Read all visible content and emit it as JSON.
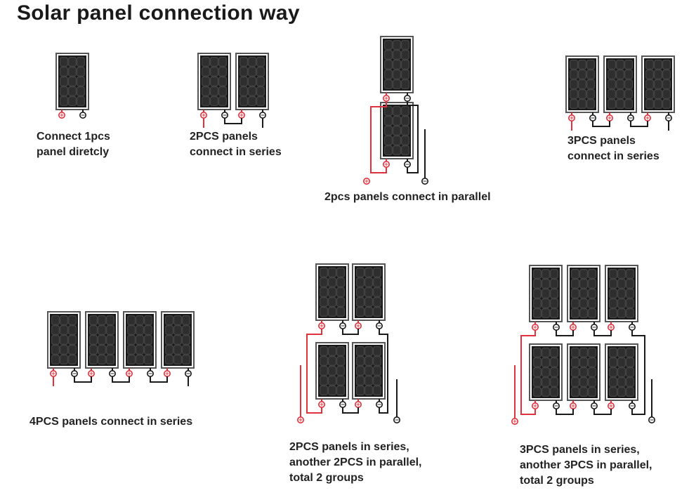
{
  "page": {
    "title": "Solar panel connection way"
  },
  "colors": {
    "panel": "#1a1a1a",
    "frame": "#555555",
    "wire": "#1a1a1a",
    "positive": "#e0323c",
    "negative": "#1a1a1a"
  },
  "terminals": {
    "positive_symbol": "+",
    "negative_symbol": "−"
  },
  "diagrams": [
    {
      "id": "single",
      "caption_lines": [
        "Connect 1pcs",
        "panel diretcly"
      ]
    },
    {
      "id": "series2",
      "caption_lines": [
        "2PCS panels",
        "connect in series"
      ]
    },
    {
      "id": "parallel2",
      "caption_lines": [
        "2pcs panels connect in parallel"
      ]
    },
    {
      "id": "series3",
      "caption_lines": [
        "3PCS panels",
        "connect in series"
      ]
    },
    {
      "id": "series4",
      "caption_lines": [
        "4PCS panels connect in series"
      ]
    },
    {
      "id": "sp2",
      "caption_lines": [
        "2PCS panels in series,",
        "another 2PCS in parallel,",
        "total 2 groups"
      ]
    },
    {
      "id": "sp3",
      "caption_lines": [
        "3PCS panels in series,",
        "another 3PCS in parallel,",
        "total 2 groups"
      ]
    }
  ]
}
